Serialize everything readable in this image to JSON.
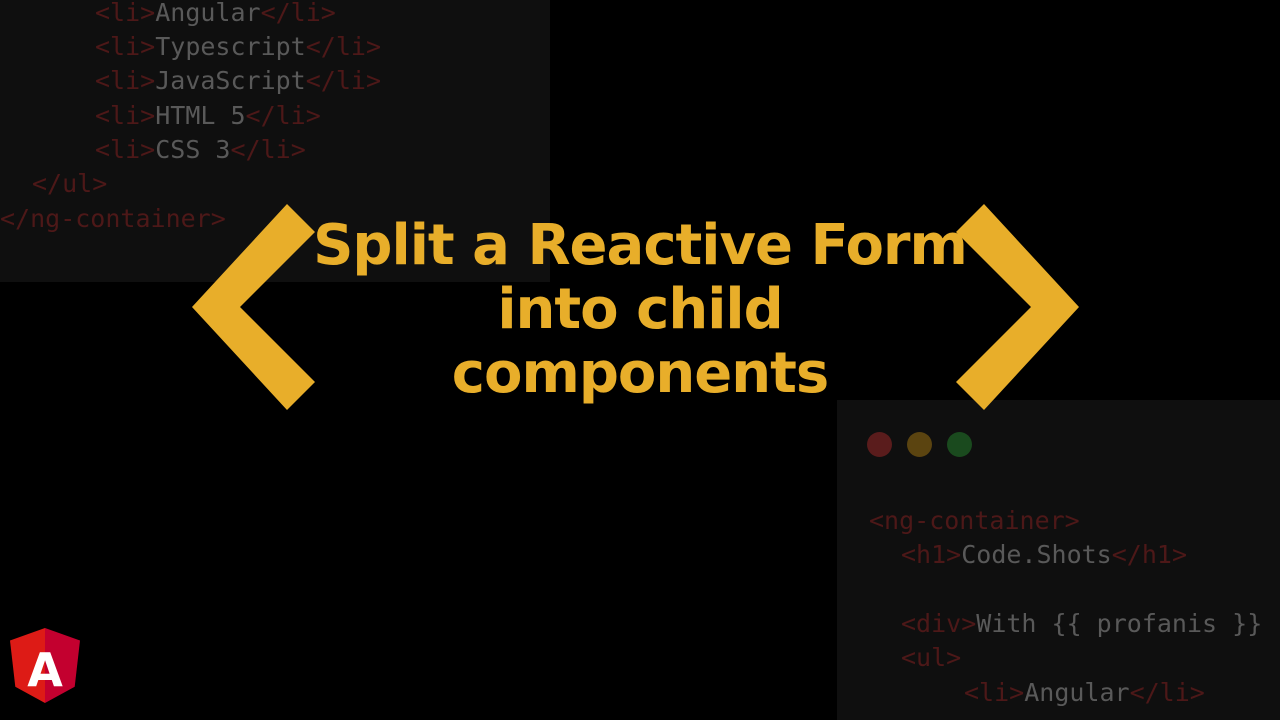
{
  "code_top": {
    "lines": [
      {
        "open": "<li>",
        "text": "Angular",
        "close": "</li>"
      },
      {
        "open": "<li>",
        "text": "Typescript",
        "close": "</li>"
      },
      {
        "open": "<li>",
        "text": "JavaScript",
        "close": "</li>"
      },
      {
        "open": "<li>",
        "text": "HTML 5",
        "close": "</li>"
      },
      {
        "open": "<li>",
        "text": "CSS 3",
        "close": "</li>"
      },
      {
        "open": "</ul>",
        "text": "",
        "close": ""
      },
      {
        "open": "</ng-container>",
        "text": "",
        "close": ""
      }
    ]
  },
  "code_bottom": {
    "lines": [
      {
        "open": "<ng-container>",
        "text": "",
        "close": ""
      },
      {
        "open": "<h1>",
        "text": "Code.Shots",
        "close": "</h1>"
      },
      {
        "open": "<div>",
        "text": "With {{ profanis }}",
        "close": ""
      },
      {
        "open": "<ul>",
        "text": "",
        "close": ""
      },
      {
        "open": "<li>",
        "text": "Angular",
        "close": "</li>"
      }
    ]
  },
  "window_dots": {
    "close_color": "#5a1c1c",
    "minimize_color": "#5b4410",
    "maximize_color": "#1a4a1e"
  },
  "title": {
    "line1": "Split a Reactive Form",
    "line2": "into child",
    "line3": "components"
  },
  "icons": {
    "left": "chevron-left-icon",
    "right": "chevron-right-icon",
    "logo": "angular-logo-icon"
  },
  "logo": {
    "letter": "A"
  },
  "colors": {
    "accent": "#e8ae2a",
    "background": "#000000",
    "panel": "#0f0f0f",
    "code_text": "#595959",
    "code_tag": "#4d1818",
    "angular_red": "#dd1b16",
    "angular_dark_red": "#c3002f"
  }
}
